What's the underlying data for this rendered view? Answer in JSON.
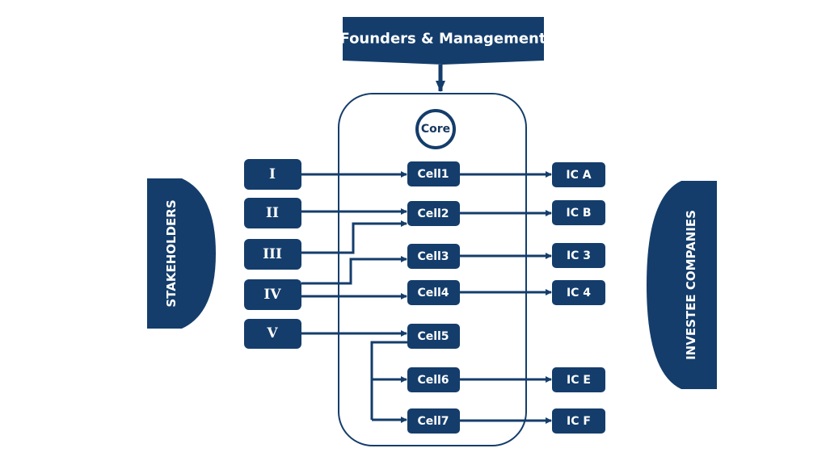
{
  "colors": {
    "primary": "#143d6b",
    "background": "#ffffff"
  },
  "header": {
    "label": "Founders & Management"
  },
  "core": {
    "label": "Core"
  },
  "stakeholders_label": "STAKEHOLDERS",
  "investees_label": "INVESTEE COMPANIES",
  "stakeholders": [
    "I",
    "II",
    "III",
    "IV",
    "V"
  ],
  "cells": [
    "Cell1",
    "Cell2",
    "Cell3",
    "Cell4",
    "Cell5",
    "Cell6",
    "Cell7"
  ],
  "investee_companies": [
    "IC A",
    "IC B",
    "IC 3",
    "IC 4",
    "IC E",
    "IC F"
  ],
  "links": [
    {
      "from": "I",
      "to": "Cell1"
    },
    {
      "from": "II",
      "to": "Cell2"
    },
    {
      "from": "III",
      "to": "Cell2"
    },
    {
      "from": "IV",
      "to": "Cell3"
    },
    {
      "from": "IV",
      "to": "Cell4"
    },
    {
      "from": "V",
      "to": "Cell5"
    },
    {
      "from": "Cell5",
      "to": "Cell6"
    },
    {
      "from": "Cell5",
      "to": "Cell7"
    },
    {
      "from": "Cell1",
      "to": "IC A"
    },
    {
      "from": "Cell2",
      "to": "IC B"
    },
    {
      "from": "Cell3",
      "to": "IC 3"
    },
    {
      "from": "Cell4",
      "to": "IC 4"
    },
    {
      "from": "Cell6",
      "to": "IC E"
    },
    {
      "from": "Cell7",
      "to": "IC F"
    }
  ]
}
